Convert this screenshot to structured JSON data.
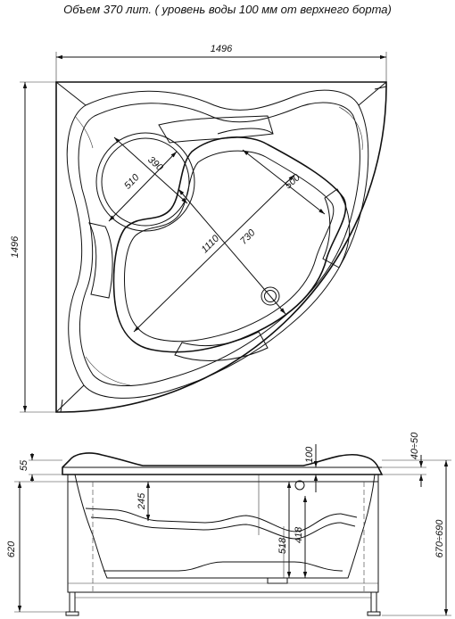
{
  "title": "Объем 370 лит. ( уровень воды 100 мм от верхнего борта)",
  "top_view": {
    "width_label": "1496",
    "height_label": "1496",
    "seat_dia_label": "390",
    "seat_width_label": "510",
    "inner_width_label": "500",
    "inner_length_label": "1110",
    "inner_diag_label": "730"
  },
  "side_view": {
    "rim_label": "55",
    "water_label": "100",
    "rim_range_label": "40÷50",
    "seat_depth_label": "245",
    "depth_label": "518",
    "bottom_label": "418",
    "height_label": "620",
    "legs_range_label": "670÷690"
  }
}
